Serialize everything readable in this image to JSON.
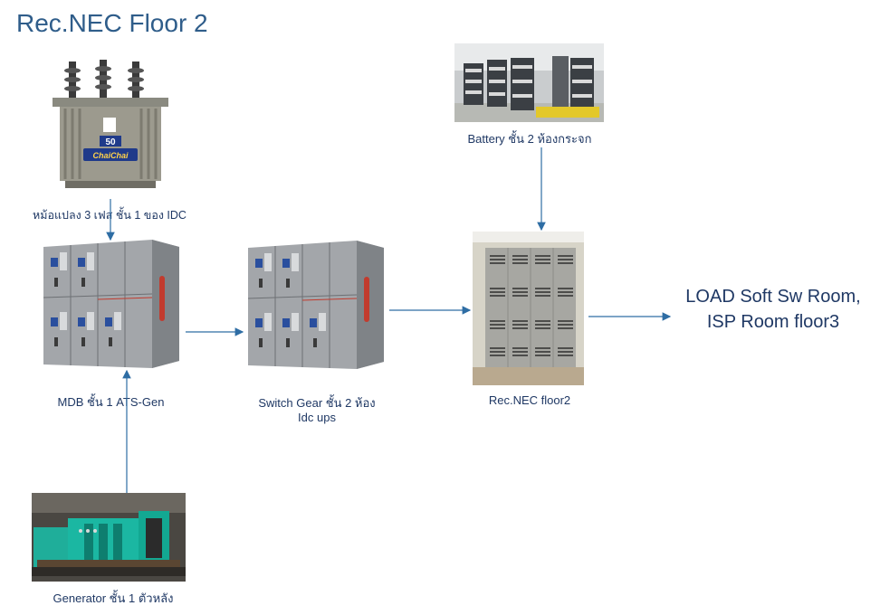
{
  "title": "Rec.NEC Floor 2",
  "nodes": {
    "transformer": {
      "label": "หม้อแปลง 3 เฟส ชั้น 1 ของ IDC",
      "badge_number": "50",
      "brand": "ChaiChai"
    },
    "battery": {
      "label": "Battery ชั้น 2 ห้องกระจก"
    },
    "mdb": {
      "label": "MDB ชั้น 1 ATS-Gen"
    },
    "switchgear": {
      "label_line1": "Switch Gear ชั้น 2 ห้อง",
      "label_line2": "Idc ups"
    },
    "rec_nec": {
      "label": "Rec.NEC floor2"
    },
    "generator": {
      "label": "Generator ชั้น 1 ตัวหลัง"
    },
    "load": {
      "line1": "LOAD Soft Sw Room,",
      "line2": "ISP Room floor3"
    }
  },
  "colors": {
    "arrow": "#2e6da4",
    "title": "#2f5d8a",
    "text": "#1f3864",
    "cabinet": "#9a9ea3"
  }
}
